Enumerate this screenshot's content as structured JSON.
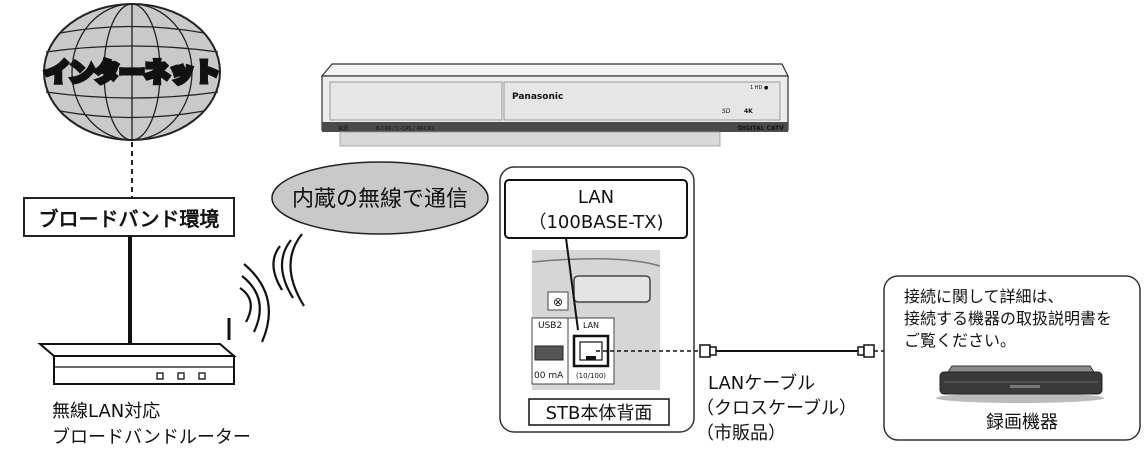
{
  "internet": {
    "label": "インターネット"
  },
  "broadband": {
    "label": "ブロードバンド環境"
  },
  "router": {
    "label_line1": "無線LAN対応",
    "label_line2": "ブロードバンドルーター"
  },
  "wireless": {
    "label": "内蔵の無線で通信"
  },
  "stb": {
    "brand": "Panasonic",
    "digital_label": "DIGITAL CATV",
    "front_label_power": "電源",
    "front_label_tuners": "B-CAS / C-CAS / 4K-CAS",
    "front_label_sd": "SD",
    "front_label_mode": "4K",
    "front_label_indicator": "1  HD  ●"
  },
  "stb_back": {
    "lan_title": "LAN",
    "lan_spec": "（100BASE-TX)",
    "panel_label": "STB本体背面",
    "usb_label": "USB2",
    "usb_current": "00 mA",
    "lan_port_label": "LAN",
    "lan_port_speed": "(10/100)",
    "screw_symbol": "⊗"
  },
  "cable": {
    "line1": "LANケーブル",
    "line2": "（クロスケーブル）",
    "line3": "（市販品）"
  },
  "recorder": {
    "note_line1": "接続に関して詳細は、",
    "note_line2": "接続する機器の取扱説明書を",
    "note_line3": "ご覧ください。",
    "label": "録画機器"
  }
}
